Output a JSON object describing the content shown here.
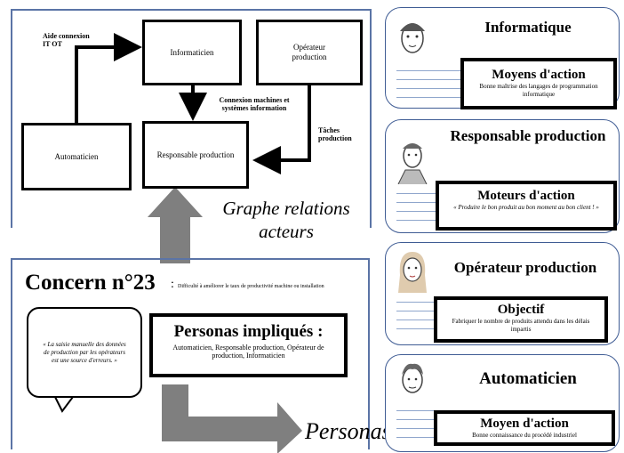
{
  "graph": {
    "title_line1": "Graphe relations",
    "title_line2": "acteurs",
    "boxes": {
      "informaticien": "Informaticien",
      "operateur": "Opérateur production",
      "automaticien": "Automaticien",
      "responsable": "Responsable production"
    },
    "labels": {
      "aide": "Aide connexion IT OT",
      "connexion": "Connexion machines et systèmes information",
      "taches": "Tâches production"
    }
  },
  "concern": {
    "title": "Concern n°23",
    "separator": ":",
    "description": "Difficulté à améliorer le taux de productivité machine ou installation",
    "quote": "« La saisie manuelle des données de production par les opérateurs est une source d'erreurs. »",
    "personas_title": "Personas impliqués :",
    "personas_list": "Automaticien, Responsable production, Opérateur de production, Informaticien"
  },
  "personas_label": "Personas",
  "cards": [
    {
      "title": "Informatique",
      "heading": "Moyens d'action",
      "text": "Bonne maîtrise des langages de programmation informatique",
      "icon": "portrait-sketch-icon"
    },
    {
      "title": "Responsable production",
      "heading": "Moteurs d'action",
      "text": "« Produire le bon produit au bon moment au bon client ! »",
      "icon": "portrait-sketch-icon"
    },
    {
      "title": "Opérateur production",
      "heading": "Objectif",
      "text": "Fabriquer le nombre de produits attendu dans les délais impartis",
      "icon": "portrait-sketch-icon"
    },
    {
      "title": "Automaticien",
      "heading": "Moyen d'action",
      "text": "Bonne connaissance du procédé industriel",
      "icon": "portrait-sketch-icon"
    }
  ]
}
